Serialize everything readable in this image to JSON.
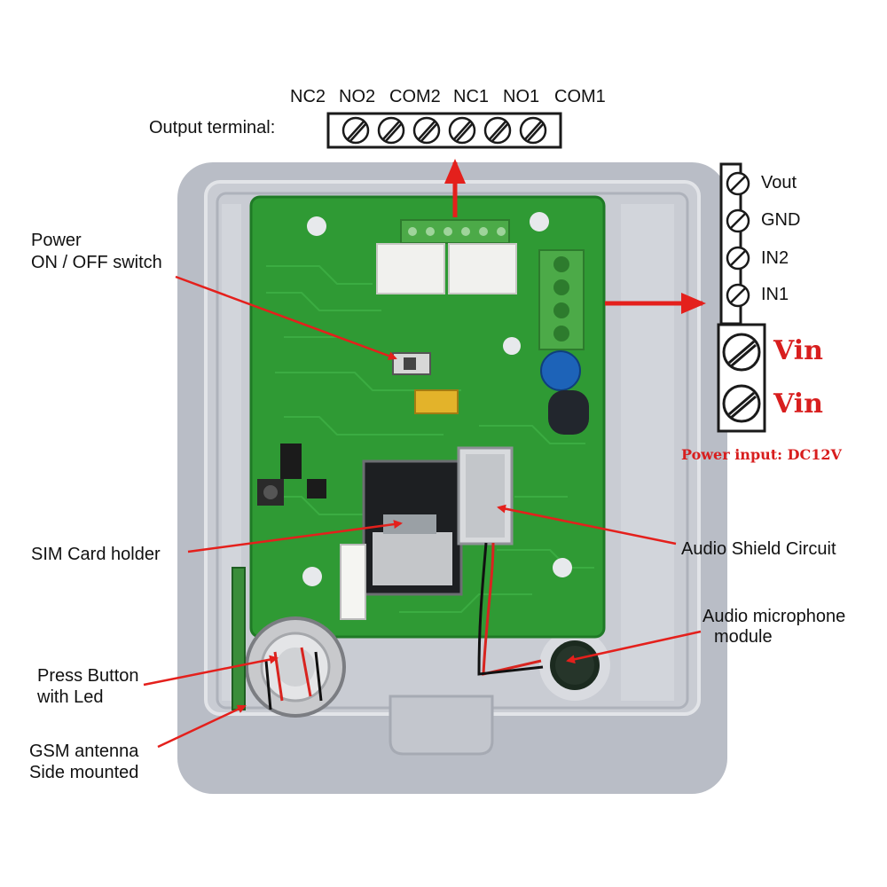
{
  "colors": {
    "board": "#2f9a34",
    "board_dark": "#1f7a26",
    "case": "#b9bdc6",
    "case_inner": "#d7dae0",
    "arrow": "#e4201c",
    "terminal_green": "#4caa48",
    "vin_red": "#d81e1e"
  },
  "output_terminal": {
    "label": "Output terminal:",
    "pins": [
      "NC2",
      "NO2",
      "COM2",
      "NC1",
      "NO1",
      "COM1"
    ]
  },
  "input_terminal": {
    "pins": [
      "Vout",
      "GND",
      "IN2",
      "IN1"
    ],
    "vin": [
      "Vin",
      "Vin"
    ],
    "power_note": "Power input: DC12V"
  },
  "callouts": {
    "power_switch": [
      "Power",
      "ON / OFF switch"
    ],
    "sim_holder": "SIM Card holder",
    "audio_shield": "Audio Shield Circuit",
    "microphone": [
      "Audio microphone",
      "module"
    ],
    "press_button": [
      "Press Button",
      "with Led"
    ],
    "antenna": [
      "GSM antenna",
      "Side mounted"
    ]
  },
  "icons": [
    "screw-icon",
    "arrow-icon"
  ]
}
